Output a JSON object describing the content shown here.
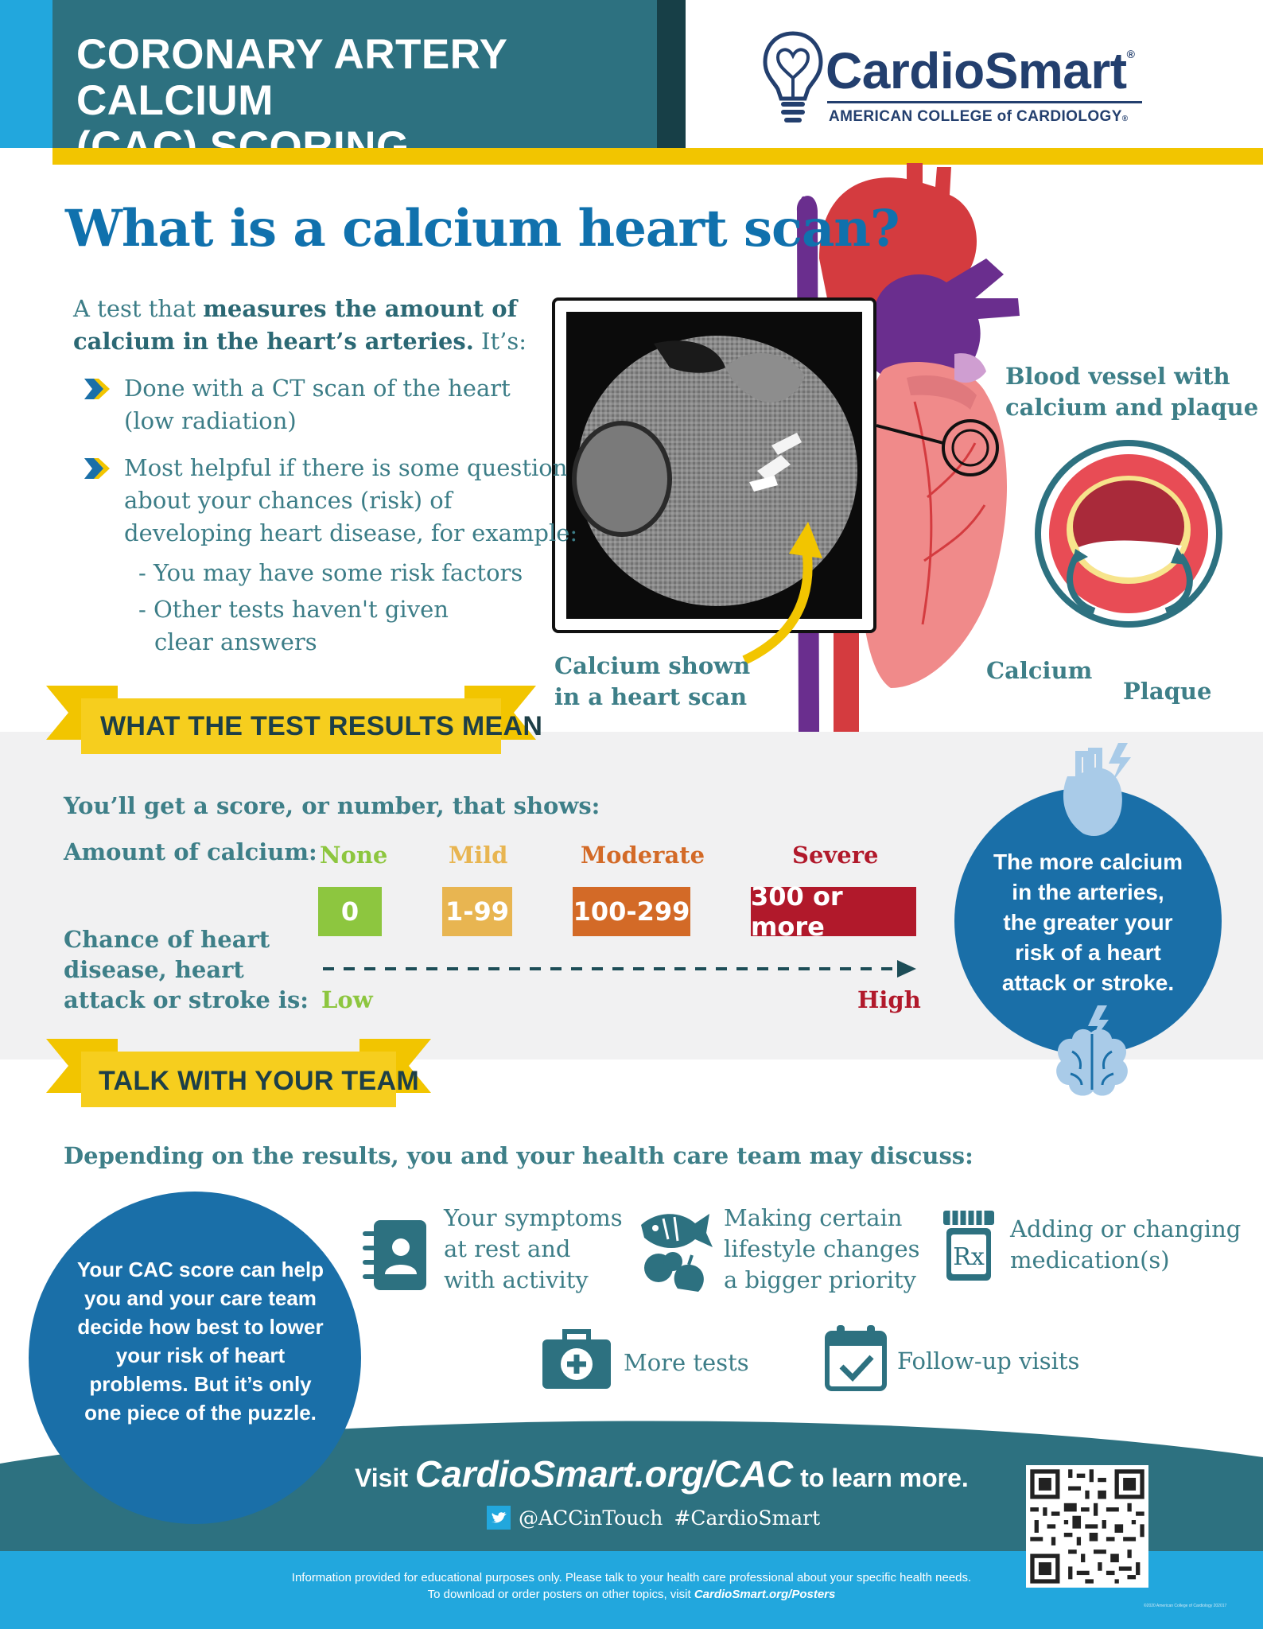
{
  "header": {
    "title_line1": "CORONARY ARTERY CALCIUM",
    "title_line2": "(CAC) SCORING",
    "logo_name": "CardioSmart",
    "logo_registered": "®",
    "logo_sub": "AMERICAN COLLEGE of CARDIOLOGY",
    "logo_sub_registered": "®"
  },
  "intro": {
    "question": "What is a calcium heart scan?",
    "lead_plain_1": "A test that ",
    "lead_bold": "measures the amount of calcium in the heart’s arteries.",
    "lead_plain_2": " It’s:",
    "bullet1_line1": "Done with a CT scan of the heart",
    "bullet1_line2": "(low radiation)",
    "bullet2_line1": "Most helpful if there is some question",
    "bullet2_line2": "about your chances (risk) of",
    "bullet2_line3": "developing heart disease, for example:",
    "sub1": "- You may have some risk factors",
    "sub2_line1": "- Other tests haven't given",
    "sub2_line2": "clear answers"
  },
  "illustration": {
    "scan_caption_line1": "Calcium shown",
    "scan_caption_line2": "in a heart scan",
    "vessel_caption_line1": "Blood vessel with",
    "vessel_caption_line2": "calcium and plaque",
    "calcium_label": "Calcium",
    "plaque_label": "Plaque"
  },
  "results": {
    "ribbon": "WHAT THE TEST RESULTS MEAN",
    "score_intro": "You’ll get a score, or number, that shows:",
    "amount_label": "Amount of calcium:",
    "chance_line1": "Chance of heart",
    "chance_line2": "disease, heart",
    "chance_line3": "attack or stroke is:",
    "low": "Low",
    "high": "High",
    "categories": [
      {
        "name": "None",
        "score": "0",
        "color": "#8dc63f"
      },
      {
        "name": "Mild",
        "score": "1-99",
        "color": "#e8b551"
      },
      {
        "name": "Moderate",
        "score": "100-299",
        "color": "#d36a27"
      },
      {
        "name": "Severe",
        "score": "300 or more",
        "color": "#b1192b"
      }
    ],
    "info_line1": "The more calcium",
    "info_line2": "in the arteries,",
    "info_line3": "the greater your",
    "info_line4": "risk of a heart",
    "info_line5": "attack or stroke."
  },
  "talk": {
    "ribbon": "TALK WITH YOUR TEAM",
    "discuss": "Depending on the results, you and your health care team may discuss:",
    "puzzle_line1": "Your CAC score can help",
    "puzzle_line2": "you and your care team",
    "puzzle_line3": "decide how best to lower",
    "puzzle_line4": "your risk of heart",
    "puzzle_line5": "problems. But it’s only",
    "puzzle_line6": "one piece of the puzzle.",
    "symptoms_line1": "Your symptoms",
    "symptoms_line2": "at rest and",
    "symptoms_line3": "with activity",
    "lifestyle_line1": "Making certain",
    "lifestyle_line2": "lifestyle changes",
    "lifestyle_line3": "a bigger priority",
    "meds_line1": "Adding or changing",
    "meds_line2": "medication(s)",
    "tests": "More tests",
    "followup": "Follow-up visits",
    "rx_symbol": "Rx"
  },
  "footer": {
    "visit_pre": "Visit ",
    "visit_url": "CardioSmart.org/CAC",
    "visit_post": " to learn more.",
    "twitter": "@ACCinTouch",
    "hashtag": "#CardioSmart",
    "disclaimer1": "Information provided for educational purposes only. Please talk to your health care professional about your specific health needs.",
    "disclaimer2_pre": "To download or order posters on other topics, visit ",
    "disclaimer2_url": "CardioSmart.org/Posters",
    "copyright": "©2020 American College of Cardiology 202017"
  },
  "colors": {
    "teal": "#2d7180",
    "blue": "#1a6fa8",
    "sky": "#22a7dd",
    "yellow": "#f2c500",
    "navy": "#233f6e"
  }
}
